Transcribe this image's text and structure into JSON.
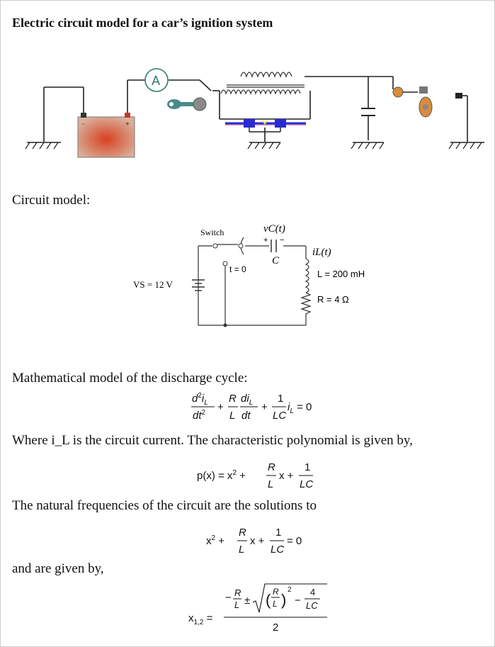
{
  "title": "Electric circuit model for a car’s ignition system",
  "ignition_figure": {
    "ammeter_label": "A",
    "battery_minus": "-",
    "battery_plus": "+"
  },
  "circuit_model_heading": "Circuit model:",
  "circuit": {
    "switch_label": "Switch",
    "vc_label": "vC(t)",
    "cap_plus": "+",
    "cap_minus": "−",
    "cap_label": "C",
    "t0_label": "t = 0",
    "source_label": "VS = 12 V",
    "il_label": "iL(t)",
    "inductor_label": "L = 200 mH",
    "resistor_label": "R = 4 Ω"
  },
  "math_section": {
    "heading": "Mathematical model of the discharge cycle:",
    "where_text": "Where i_L is the circuit current. The characteristic polynomial is given by,",
    "natural_text": "The natural frequencies of the circuit are the solutions to",
    "given_by_text": "and are given by,"
  },
  "colors": {
    "battery_red": "#c0392b",
    "battery_body": "#c98a73",
    "key_teal": "#4a8a8a",
    "spark_blue": "#2a2ad0",
    "spark_yellow": "#e7e44a",
    "plug_orange": "#d98c3a",
    "wire": "#222222"
  }
}
